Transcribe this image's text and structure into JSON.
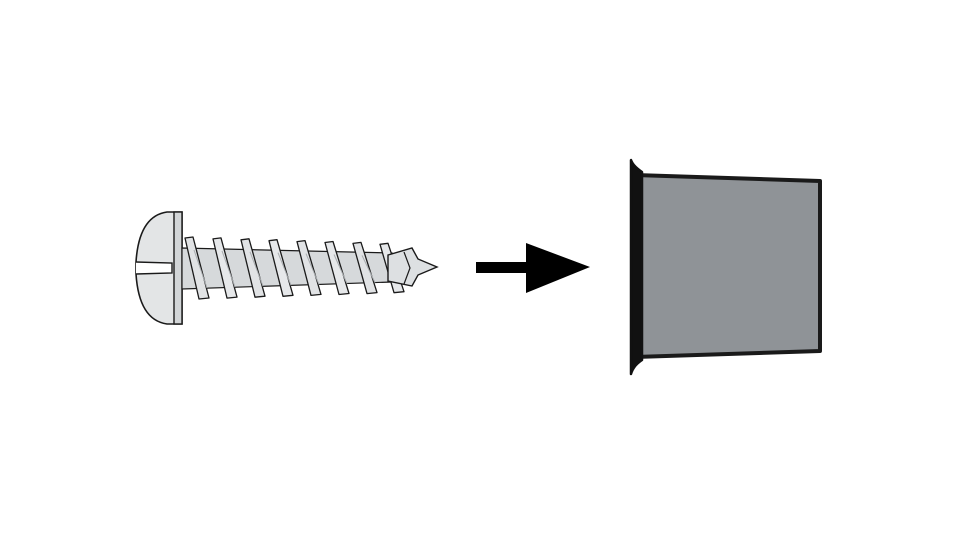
{
  "diagram": {
    "items": [
      {
        "id": "screw",
        "icon": "pan-head-screw-icon"
      },
      {
        "id": "arrow",
        "icon": "arrow-right-icon"
      },
      {
        "id": "anchor",
        "icon": "wall-anchor-icon"
      }
    ],
    "colors": {
      "background": "#ffffff",
      "outline": "#1a1a1a",
      "screw_fill": "#e3e5e6",
      "screw_shade": "#c4c7c9",
      "anchor_fill": "#8f9397",
      "arrow": "#000000"
    }
  }
}
